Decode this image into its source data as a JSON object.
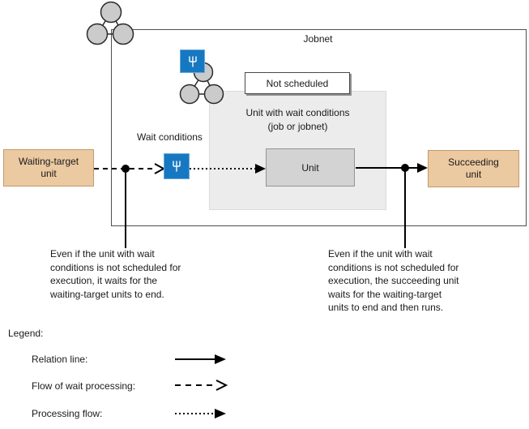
{
  "diagram": {
    "jobnet_label": "Jobnet",
    "not_scheduled_label": "Not scheduled",
    "wait_unit_area_label": "Unit with wait conditions\n(job or jobnet)",
    "unit_label": "Unit",
    "waiting_target_label": "Waiting-target\nunit",
    "succeeding_label": "Succeeding\nunit",
    "wait_conditions_label": "Wait conditions",
    "annotation_left": "Even if the unit with wait\nconditions is not scheduled for\nexecution, it waits for the\nwaiting-target units to end.",
    "annotation_right": "Even if the unit with wait\nconditions is not scheduled for\nexecution, the succeeding unit\nwaits for the waiting-target\nunits to end and then runs.",
    "icons": {
      "wait_condition_icon": "blue square with white fork (wait condition)",
      "jobnet_icon": "cluster of three gray circles"
    },
    "colors": {
      "unit_box_fill": "#EBC9A1",
      "unit_box_border": "#C49A6B",
      "wait_icon_blue": "#1778C2",
      "wait_icon_border": "#66A9DE",
      "gray_area_fill": "#ECECEC",
      "inner_unit_fill": "#D3D3D3",
      "circle_fill": "#CBCBCB",
      "line_color": "#000000"
    }
  },
  "legend": {
    "title": "Legend:",
    "items": [
      {
        "label": "Relation line:",
        "style": "solid-arrow"
      },
      {
        "label": "Flow of wait processing:",
        "style": "dashed-open-arrow"
      },
      {
        "label": "Processing flow:",
        "style": "dotted-arrow"
      }
    ]
  }
}
